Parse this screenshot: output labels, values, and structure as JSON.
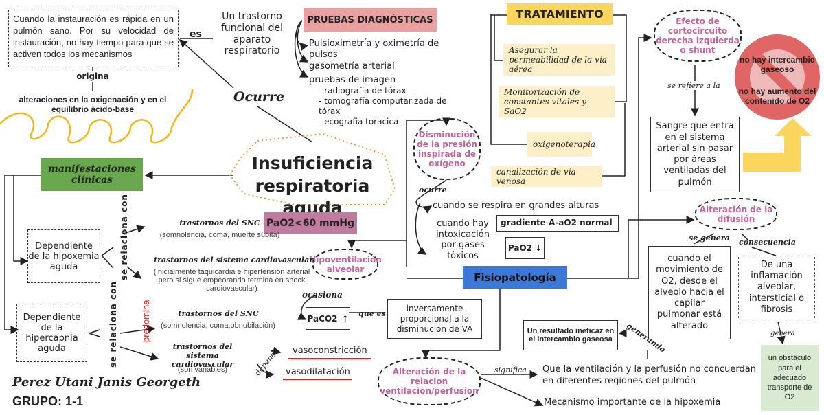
{
  "definition_box": "Cuando la instauración es rápida en un pulmón sano. Por su velocidad de instauración, no hay tiempo para que se activen todos los mecanismos",
  "es_label": "es",
  "trastorno": "Un trastorno funcional del aparato respiratorio",
  "origina_label": "origina",
  "alteraciones": "alteraciones en la oxigenación y en el equilibrio ácido-base",
  "ocurre_label": "Ocurre",
  "title": "Insuficiencia respiratoria aguda",
  "pruebas": {
    "title": "PRUEBAS DIAGNÓSTICAS",
    "items": [
      "Pulsioximetría y oximetría de pulsos",
      "gasometría arterial",
      "pruebas de imagen"
    ],
    "imagen": [
      "radiografía de tórax",
      "tomografía computarizada de tórax",
      "ecografia toracica"
    ]
  },
  "tratamiento": {
    "title": "TRATAMIENTO",
    "items": [
      "Asegurar la permeabilidad de la vía aérea",
      "Monitorización de constantes vitales y SaO2",
      "oxigenoterapia",
      "canalización de vía venosa"
    ]
  },
  "shunt": {
    "cloud": "Efecto de cortocircuito derecha izquierda o shunt",
    "refiere": "se refiere a la",
    "sangre": "Sangre que entra en el sistema arterial sin pasar por áreas ventiladas del pulmón",
    "no1": "no hay intercambio gaseoso",
    "no2": "no hay aumento del contenido de O2"
  },
  "manifestaciones": "manifestaciones clínicas",
  "pao2": "PaO2<60 mmHg",
  "disminucion": {
    "cloud": "Disminución de la presión inspirada de oxígeno",
    "ocurre": "ocurre",
    "alturas": "cuando se respira en grandes alturas",
    "intox": "cuando hay intoxicación por gases tóxicos",
    "gradiente": "gradiente A-aO2 normal",
    "pao2_down": "PaO2"
  },
  "fisiopatologia": "Fisiopatología",
  "hipoventilacion": {
    "cloud": "Hipoventilación alveolar",
    "ocasiona": "ocasiona",
    "paco2": "PaCO2",
    "que_es": "que es",
    "inversamente": "inversamente proporcional a la disminución de VA"
  },
  "hipoxemia": {
    "box": "Dependiente de la hipoxemia aguda",
    "rel": "se relaciona con",
    "snc": "trastornos del SNC",
    "snc_desc": "(somnolencia, coma, muerte súbita)",
    "cv": "trastornos del sistema cardiovascular",
    "cv_desc": "(inicialmente taquicardia e hipertensión arterial pero si sigue empeorando termina en shock cardiovascular)"
  },
  "hipercapnia": {
    "box": "Dependiente de la hipercapnia aguda",
    "rel": "se relaciona con",
    "predomina": "predomina",
    "snc": "trastornos del SNC",
    "snc_desc": "(somnolencia, coma,obnubilación)",
    "cv": "trastornos del sistema cardiovascular",
    "cv_desc": "(son variables)",
    "depende": "depende",
    "vasoconstriccion": "vasoconstricción",
    "vasodilatacion": "vasodilatación"
  },
  "vq": {
    "cloud": "Alteración de la relacion ventilacion/perfusion",
    "significa": "significa",
    "meaning": "Que la ventilación y la perfusión no concuerdan en diferentes regiones del pulmón",
    "mecanismo": "Mecanismo importante de la hipoxemia",
    "resultado": "Un resultado ineficaz en el intercambio gaseosa",
    "generando": "generando"
  },
  "difusion": {
    "cloud": "Alteración de la difusión",
    "se_genera": "se genera",
    "consecuencia": "consecuencia",
    "cuando": "cuando el movimiento de O2, desde el alveolo hacia el capilar pulmonar está alterado",
    "causa": "De una inflamación alveolar, intersticial o fibrosis",
    "genera": "genera",
    "obstaculo": "un obstáculo para el adecuado transporte de O2"
  },
  "author": "Perez Utani Janis Georgeth",
  "grupo": "GRUPO: 1-1",
  "colors": {
    "pink_box": "#e8a0a0",
    "yellow": "#fcd55f",
    "note": "#fdf0c8",
    "green": "#6aa84f",
    "mauve": "#c27ba0",
    "blue": "#3c78d8",
    "red": "#e06666",
    "light_green": "#d9ead3",
    "cloud_text": "#c2649a"
  }
}
